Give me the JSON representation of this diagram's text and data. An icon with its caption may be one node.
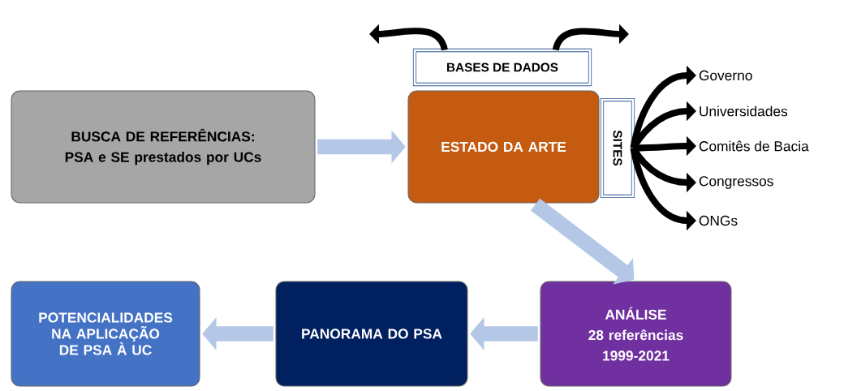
{
  "diagram": {
    "nodes": [
      {
        "text": [
          "BUSCA DE REFERÊNCIAS:",
          "PSA e SE prestados por UCs"
        ]
      },
      {
        "text": [
          "ESTADO DA ARTE"
        ]
      },
      {
        "text": [
          "BASES DE DADOS"
        ]
      },
      {
        "text": [
          "SITES"
        ]
      },
      {
        "text": [
          "Governo"
        ]
      },
      {
        "text": [
          "Universidades"
        ]
      },
      {
        "text": [
          "Comitês de Bacia"
        ]
      },
      {
        "text": [
          "Congressos"
        ]
      },
      {
        "text": [
          "ONGs"
        ]
      },
      {
        "text": [
          "ANÁLISE",
          "28 referências",
          "1999-2021"
        ]
      },
      {
        "text": [
          "PANORAMA DO PSA"
        ]
      },
      {
        "text": [
          "POTENCIALIDADES NA APLICAÇÃO DE PSA À UC"
        ]
      }
    ],
    "edges": [
      {
        "from": 0,
        "to": 1,
        "arrow": "to",
        "style": "thick",
        "color": "#b4c7e7"
      },
      {
        "from": 2,
        "to": null,
        "arrow": "to"
      },
      {
        "from": 2,
        "to": null,
        "arrow": "to"
      },
      {
        "from": 3,
        "to": 4,
        "arrow": "to"
      },
      {
        "from": 3,
        "to": 5,
        "arrow": "to"
      },
      {
        "from": 3,
        "to": 6,
        "arrow": "to"
      },
      {
        "from": 3,
        "to": 7,
        "arrow": "to"
      },
      {
        "from": 3,
        "to": 8,
        "arrow": "to"
      },
      {
        "from": 1,
        "to": 9,
        "arrow": "to",
        "style": "thick",
        "color": "#b4c7e7"
      },
      {
        "from": 9,
        "to": 10,
        "arrow": "to",
        "style": "thick",
        "color": "#b4c7e7"
      },
      {
        "from": 10,
        "to": 11,
        "arrow": "to",
        "style": "thick",
        "color": "#b4c7e7"
      }
    ]
  }
}
